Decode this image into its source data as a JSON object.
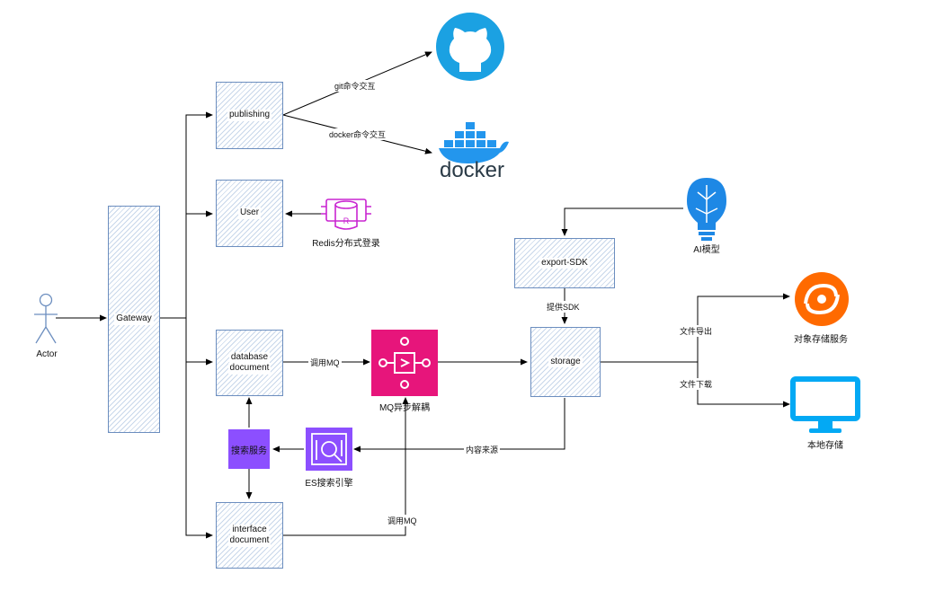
{
  "nodes": {
    "actor": "Actor",
    "gateway": "Gateway",
    "publishing": "publishing",
    "user": "User",
    "database_document": [
      "database",
      "document"
    ],
    "interface_document": [
      "interface",
      "document"
    ],
    "storage": "storage",
    "export_sdk": "export-SDK",
    "search_service": "搜索服务"
  },
  "captions": {
    "redis": "Redis分布式登录",
    "mq": "MQ异步解耦",
    "es": "ES搜索引擎",
    "ai": "AI模型",
    "object_storage": "对象存储服务",
    "local_storage": "本地存储",
    "docker_logo": "docker"
  },
  "edge_labels": {
    "git": "git命令交互",
    "docker": "docker命令交互",
    "call_mq_top": "调用MQ",
    "call_mq_bottom": "调用MQ",
    "provide_sdk": "提供SDK",
    "content_source": "内容来源",
    "file_export": "文件导出",
    "file_download": "文件下载"
  },
  "colors": {
    "node_border": "#6c8ebf",
    "mq_pink": "#e7157b",
    "es_purple": "#8c4fff",
    "redis_purple": "#c925d1",
    "github_blue": "#1ba1e2",
    "docker_blue": "#2396ed",
    "aliyun_orange": "#ff6a00",
    "monitor_blue": "#03a9f4"
  }
}
